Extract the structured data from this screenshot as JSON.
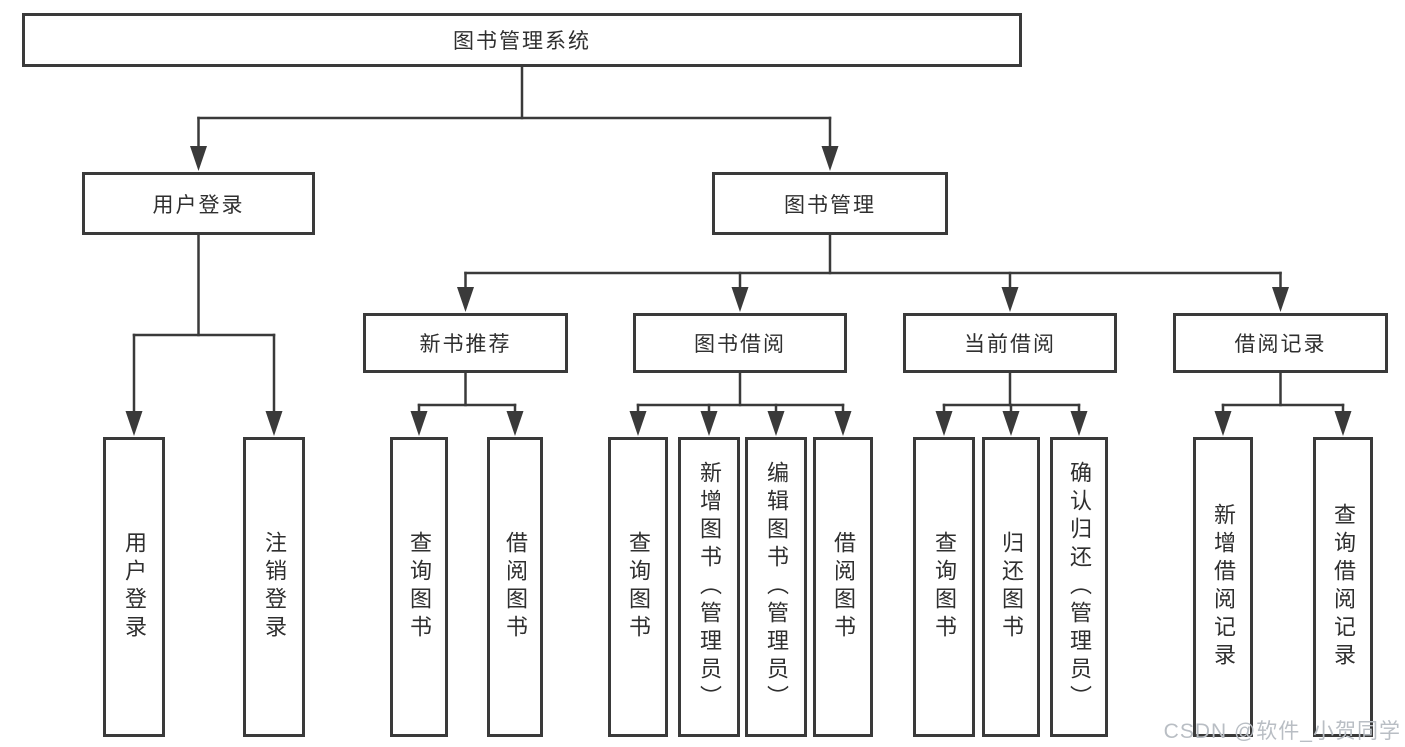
{
  "diagram": {
    "watermark": "CSDN @软件_小贺同学",
    "colors": {
      "line": "#3a3a3a",
      "text": "#2f2f2f",
      "box_fill": "#ffffff",
      "watermark": "#b9bec4"
    },
    "nodes": [
      {
        "id": "root",
        "label": "图书管理系统",
        "parent": null
      },
      {
        "id": "user-login",
        "label": "用户登录",
        "parent": "root"
      },
      {
        "id": "book-mgmt",
        "label": "图书管理",
        "parent": "root"
      },
      {
        "id": "login-leaf",
        "label": "用户登录",
        "parent": "user-login"
      },
      {
        "id": "logout-leaf",
        "label": "注销登录",
        "parent": "user-login"
      },
      {
        "id": "new-book-rec",
        "label": "新书推荐",
        "parent": "book-mgmt"
      },
      {
        "id": "book-borrow",
        "label": "图书借阅",
        "parent": "book-mgmt"
      },
      {
        "id": "current-borrow",
        "label": "当前借阅",
        "parent": "book-mgmt"
      },
      {
        "id": "borrow-records",
        "label": "借阅记录",
        "parent": "book-mgmt"
      },
      {
        "id": "rec-query-books",
        "label": "查询图书",
        "parent": "new-book-rec"
      },
      {
        "id": "rec-borrow-books",
        "label": "借阅图书",
        "parent": "new-book-rec"
      },
      {
        "id": "bb-query-books",
        "label": "查询图书",
        "parent": "book-borrow"
      },
      {
        "id": "bb-add-books",
        "label": "新增图书（管理员）",
        "parent": "book-borrow"
      },
      {
        "id": "bb-edit-books",
        "label": "编辑图书（管理员）",
        "parent": "book-borrow"
      },
      {
        "id": "bb-borrow-books",
        "label": "借阅图书",
        "parent": "book-borrow"
      },
      {
        "id": "cb-query-books",
        "label": "查询图书",
        "parent": "current-borrow"
      },
      {
        "id": "cb-return-books",
        "label": "归还图书",
        "parent": "current-borrow"
      },
      {
        "id": "cb-confirm-return",
        "label": "确认归还（管理员）",
        "parent": "current-borrow"
      },
      {
        "id": "br-add-record",
        "label": "新增借阅记录",
        "parent": "borrow-records"
      },
      {
        "id": "br-query-record",
        "label": "查询借阅记录",
        "parent": "borrow-records"
      }
    ]
  }
}
